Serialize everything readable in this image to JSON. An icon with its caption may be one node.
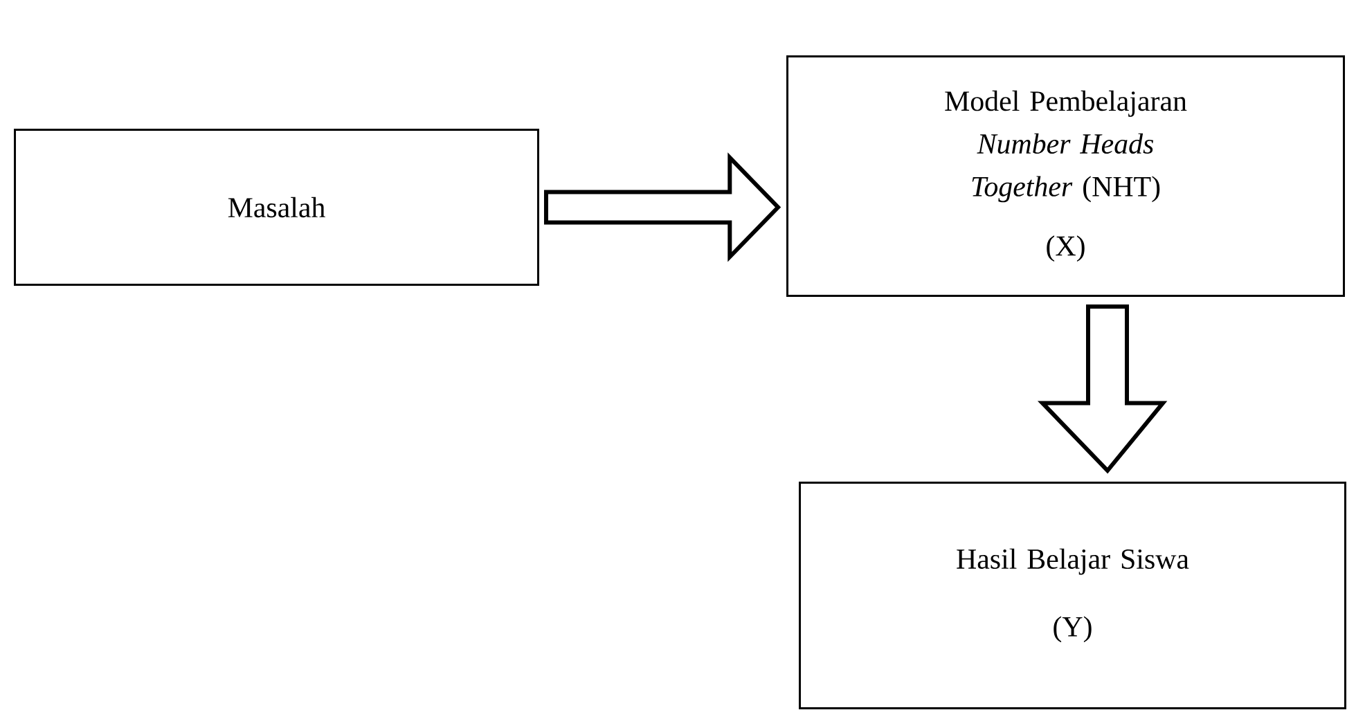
{
  "diagram": {
    "nodes": [
      {
        "text": [
          "Masalah"
        ]
      },
      {
        "text": [
          "Model Pembelajaran *Number Heads Together* (NHT)",
          "(X)"
        ]
      },
      {
        "text": [
          "Hasil Belajar Siswa",
          "(Y)"
        ]
      }
    ],
    "edges": [
      {
        "from": 0,
        "to": 1,
        "arrow": "to"
      },
      {
        "from": 1,
        "to": 2,
        "arrow": "to"
      }
    ]
  }
}
